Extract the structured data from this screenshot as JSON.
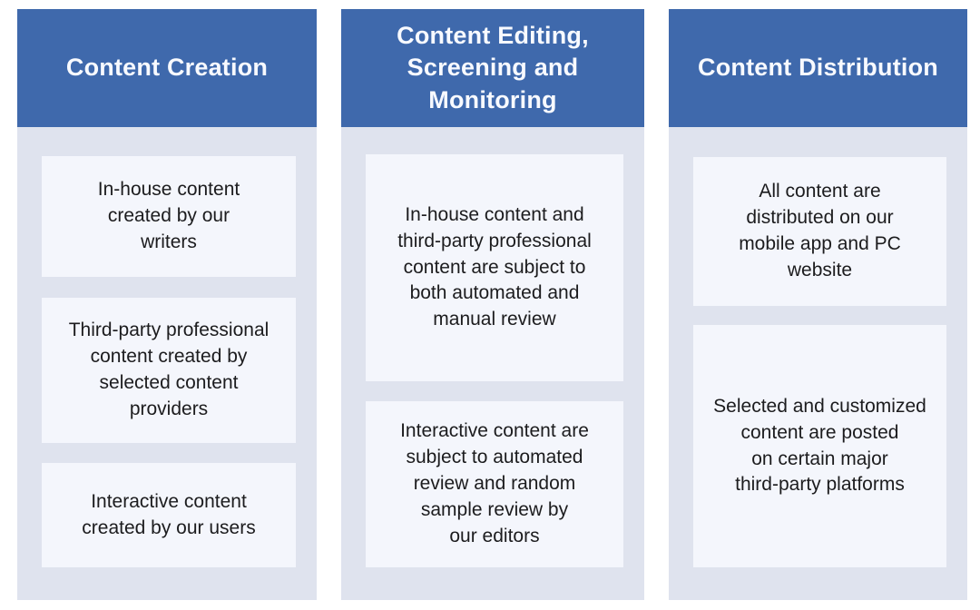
{
  "colors": {
    "page_bg": "#ffffff",
    "header_bg": "#3f69ac",
    "header_text": "#f8faff",
    "column_bg": "#dfe3ee",
    "card_bg": "#f4f6fc",
    "card_text": "#1c1c1e"
  },
  "columns": [
    {
      "title": "Content Creation",
      "cards": [
        {
          "text": "In-house content\ncreated by our\nwriters"
        },
        {
          "text": "Third-party professional\ncontent created by\nselected content\nproviders"
        },
        {
          "text": "Interactive content\ncreated by our users"
        }
      ]
    },
    {
      "title": "Content Editing,\nScreening and\nMonitoring",
      "cards": [
        {
          "text": "In-house content and\nthird-party professional\ncontent are subject to\nboth automated and\nmanual review"
        },
        {
          "text": "Interactive content are\nsubject to automated\nreview and random\nsample review by\nour editors"
        }
      ]
    },
    {
      "title": "Content Distribution",
      "cards": [
        {
          "text": "All content are\ndistributed on our\nmobile app and PC\nwebsite"
        },
        {
          "text": "Selected and customized\ncontent are posted\non certain major\nthird-party platforms"
        }
      ]
    }
  ]
}
